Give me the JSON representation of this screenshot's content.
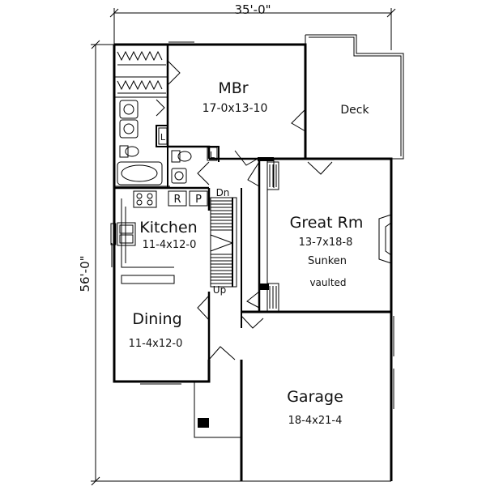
{
  "dimensions": {
    "width": "35'-0\"",
    "depth": "56'-0\""
  },
  "rooms": {
    "mbr": {
      "name": "MBr",
      "size": "17-0x13-10"
    },
    "deck": {
      "name": "Deck"
    },
    "great_rm": {
      "name": "Great Rm",
      "size": "13-7x18-8",
      "note1": "Sunken",
      "note2": "vaulted"
    },
    "kitchen": {
      "name": "Kitchen",
      "size": "11-4x12-0"
    },
    "dining": {
      "name": "Dining",
      "size": "11-4x12-0"
    },
    "garage": {
      "name": "Garage",
      "size": "18-4x21-4"
    }
  },
  "fixtures": {
    "refrigerator": "R",
    "pantry": "P",
    "linen_1": "L",
    "linen_2": "L"
  },
  "stairs": {
    "down": "Dn",
    "up": "Up"
  }
}
